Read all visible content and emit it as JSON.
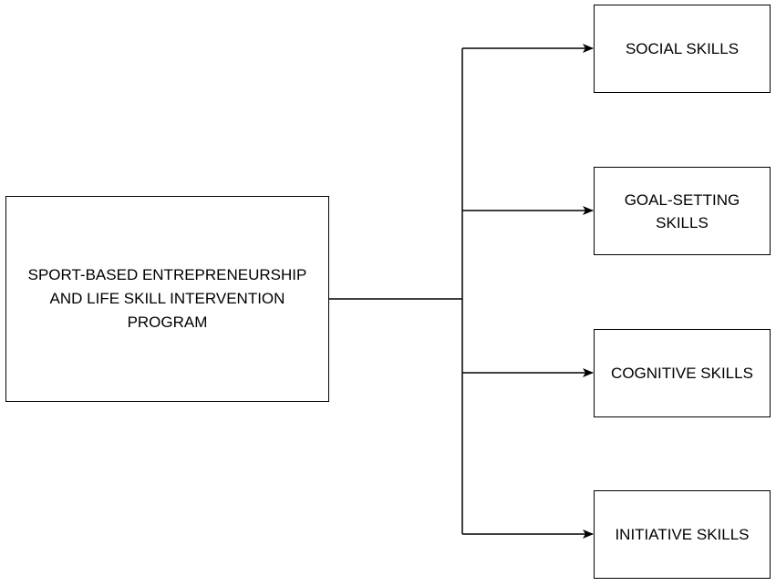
{
  "diagram": {
    "source": {
      "lines": [
        "SPORT-BASED ENTREPRENEURSHIP",
        "AND LIFE SKILL INTERVENTION",
        "PROGRAM"
      ]
    },
    "targets": [
      {
        "lines": [
          "SOCIAL SKILLS"
        ]
      },
      {
        "lines": [
          "GOAL-SETTING",
          "SKILLS"
        ]
      },
      {
        "lines": [
          "COGNITIVE SKILLS"
        ]
      },
      {
        "lines": [
          "INITIATIVE SKILLS"
        ]
      }
    ],
    "colors": {
      "line": "#000000",
      "box_border": "#000000",
      "background": "#ffffff"
    }
  }
}
